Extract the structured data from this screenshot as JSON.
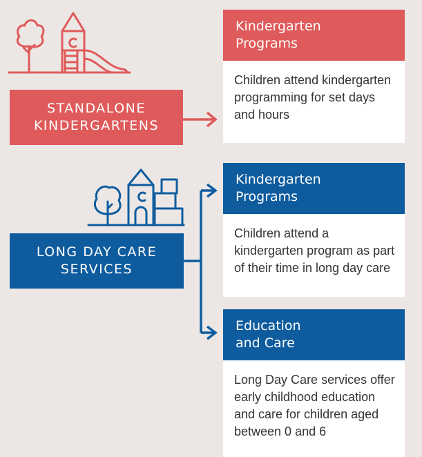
{
  "colors": {
    "red": "#df5a5a",
    "blue": "#0e5c9e",
    "background": "#ece7e5",
    "card": "#ffffff"
  },
  "icons": {
    "standalone": "playground-with-tree-and-slide-icon",
    "long_day_care": "building-with-tree-and-blocks-icon"
  },
  "standalone": {
    "label_lines": [
      "STANDALONE",
      "KINDERGARTENS"
    ],
    "card": {
      "title_lines": [
        "Kindergarten",
        "Programs"
      ],
      "body_lines": [
        "Children attend kindergarten",
        "programming for set days",
        "and hours"
      ]
    }
  },
  "long_day_care": {
    "label_lines": [
      "LONG DAY CARE",
      "SERVICES"
    ],
    "cards": [
      {
        "title_lines": [
          "Kindergarten",
          "Programs"
        ],
        "body_lines": [
          "Children attend a",
          "kindergarten program as part",
          "of their time in long day care"
        ]
      },
      {
        "title_lines": [
          "Education",
          "and Care"
        ],
        "body_lines": [
          "Long Day Care services offer",
          "early childhood education",
          "and care for children aged",
          "between 0 and 6"
        ]
      }
    ]
  }
}
